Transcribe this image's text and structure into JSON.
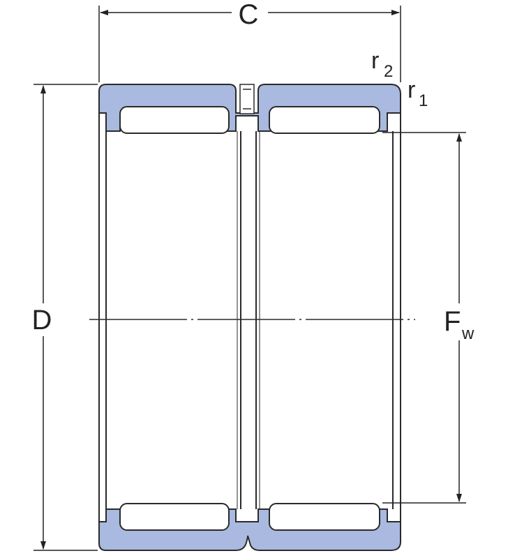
{
  "labels": {
    "width": "C",
    "outer_diameter": "D",
    "raceway_diameter": "F",
    "raceway_diameter_sub": "w",
    "chamfer_outer": "r",
    "chamfer_outer_sub": "2",
    "chamfer_inner": "r",
    "chamfer_inner_sub": "1"
  },
  "colors": {
    "ring_fill": "#a9b9df",
    "outline": "#2a2a2a",
    "dimension": "#222222",
    "background": "#ffffff"
  }
}
